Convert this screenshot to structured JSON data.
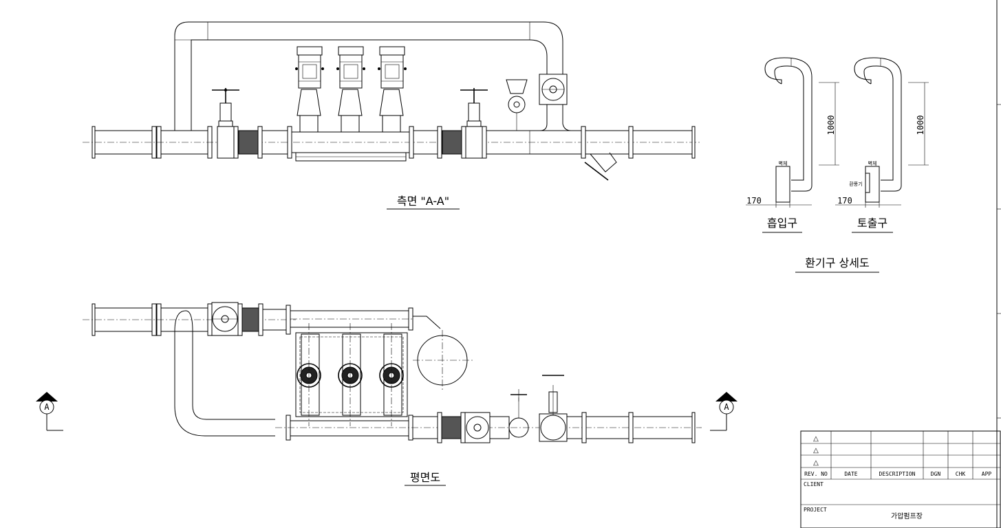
{
  "views": {
    "side": {
      "title": "측면 \"A-A\""
    },
    "plan": {
      "title": "평면도"
    },
    "vent_detail": {
      "title": "환기구 상세도",
      "intake": {
        "label": "흡입구",
        "height_dim": "1000",
        "offset_dim": "170",
        "wall_label": "벽체"
      },
      "outlet": {
        "label": "토출구",
        "height_dim": "1000",
        "offset_dim": "170",
        "wall_label": "벽체",
        "fan_label": "환풍기"
      }
    }
  },
  "section_markers": [
    {
      "letter": "A"
    },
    {
      "letter": "A"
    }
  ],
  "title_block": {
    "headers": [
      "REV. NO",
      "DATE",
      "DESCRIPTION",
      "DGN",
      "CHK",
      "APP"
    ],
    "revision_symbol": "△",
    "client_label": "CLIENT",
    "client_value": "",
    "project_label": "PROJECT",
    "project_value": "가압펌프장"
  }
}
